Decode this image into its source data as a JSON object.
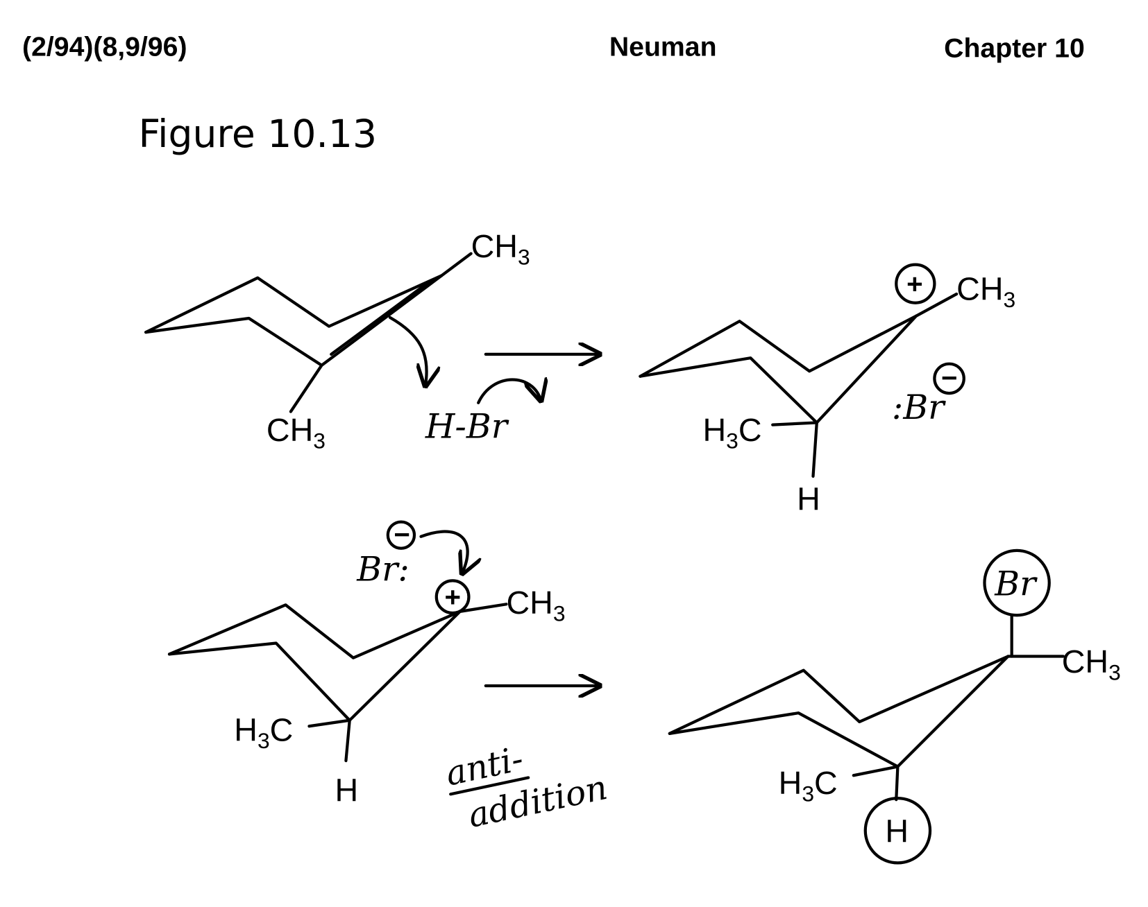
{
  "header": {
    "left": "(2/94)(8,9/96)",
    "center": "Neuman",
    "right": "Chapter 10"
  },
  "figure_title": "Figure 10.13",
  "labels": {
    "ch3": "CH",
    "h3c_h": "H",
    "h3c_c": "C",
    "sub3": "3",
    "h": "H",
    "hbr": "H-Br",
    "br": "Br",
    "br_colon": ":Br",
    "br_semi": "Br:",
    "plus": "+",
    "minus": "−",
    "anti": "anti-",
    "addition": "addition"
  }
}
